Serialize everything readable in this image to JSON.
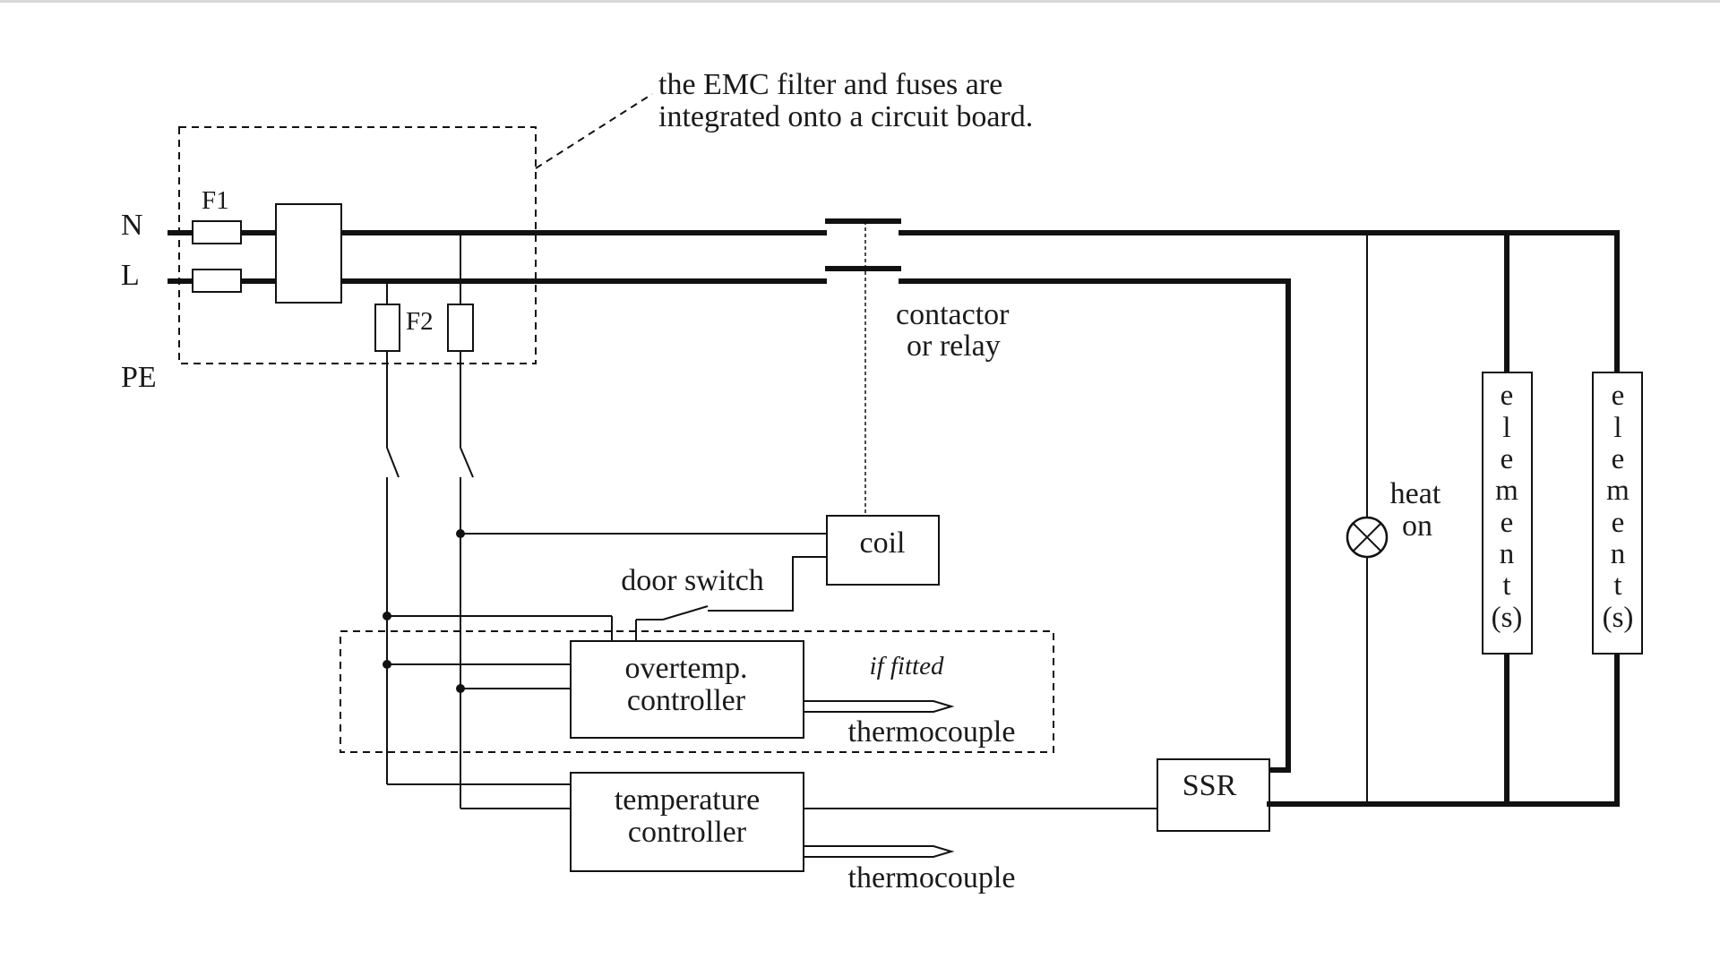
{
  "diagram": {
    "note": {
      "line1": "the EMC filter and fuses are",
      "line2": "integrated onto a circuit board."
    },
    "terminals": {
      "neutral": "N",
      "live": "L",
      "earth": "PE"
    },
    "fuses": {
      "mains": "F1",
      "control": "F2"
    },
    "contactor": {
      "line1": "contactor",
      "line2": "or relay"
    },
    "coil": "coil",
    "door_switch": "door switch",
    "overtemp": {
      "line1": "overtemp.",
      "line2": "controller",
      "note": "if fitted",
      "sensor": "thermocouple"
    },
    "temperature": {
      "line1": "temperature",
      "line2": "controller",
      "sensor": "thermocouple"
    },
    "ssr": "SSR",
    "lamp": {
      "line1": "heat",
      "line2": "on"
    },
    "element1": [
      "e",
      "l",
      "e",
      "m",
      "e",
      "n",
      "t",
      "(s)"
    ],
    "element2": [
      "e",
      "l",
      "e",
      "m",
      "e",
      "n",
      "t",
      "(s)"
    ]
  }
}
